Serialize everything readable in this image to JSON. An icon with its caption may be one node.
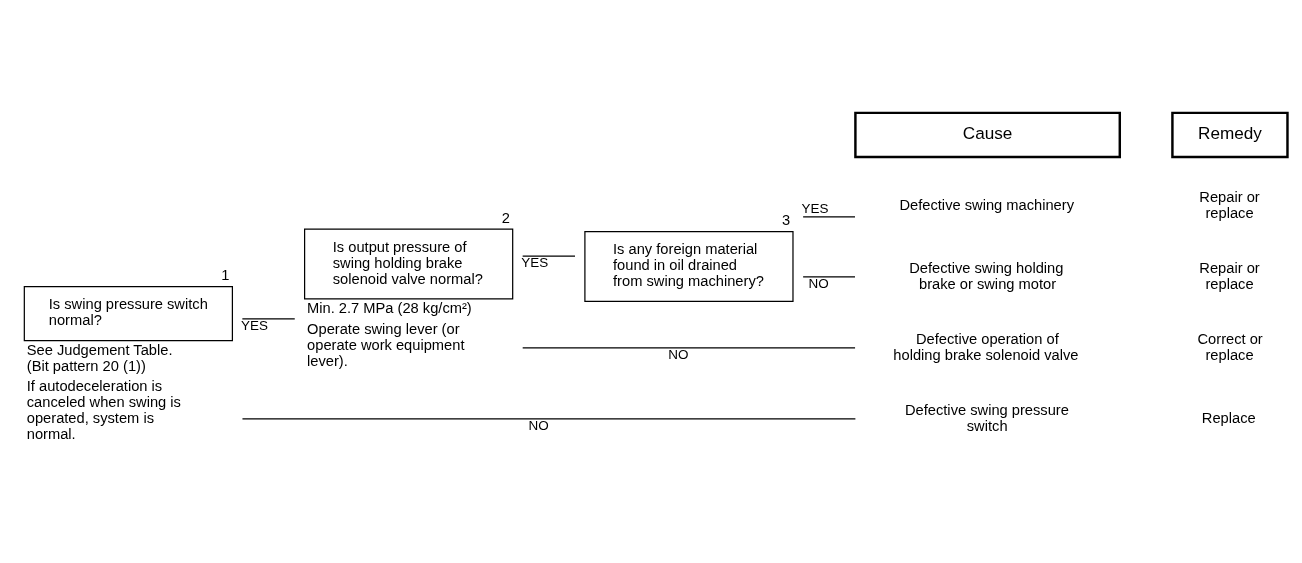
{
  "diagram": {
    "nodes": [
      {
        "text": [
          "Is swing pressure switch normal?"
        ],
        "beside": [
          "1",
          "See Judgement Table. (Bit pattern 20 (1))",
          "If autodeceleration is canceled when swing is operated, system is normal."
        ]
      },
      {
        "text": [
          "Is output pressure of swing holding brake solenoid valve normal?"
        ],
        "beside": [
          "2",
          "Min. 2.7 MPa (28 kg/cm²)",
          "Operate swing lever (or operate work equipment lever)."
        ]
      },
      {
        "text": [
          "Is any foreign material found in oil drained from swing machinery?"
        ],
        "beside": [
          "3"
        ]
      },
      {
        "text": [
          "Defective swing machinery"
        ]
      },
      {
        "text": [
          "Defective swing holding brake or swing motor"
        ]
      },
      {
        "text": [
          "Defective operation of holding brake solenoid valve"
        ]
      },
      {
        "text": [
          "Defective swing pressure switch"
        ]
      }
    ],
    "edges": [
      {
        "from": 0,
        "to": 1,
        "arrow": "none",
        "label": "YES"
      },
      {
        "from": 0,
        "to": 6,
        "arrow": "none",
        "label": "NO"
      },
      {
        "from": 1,
        "to": 2,
        "arrow": "none",
        "label": "YES"
      },
      {
        "from": 1,
        "to": 5,
        "arrow": "none",
        "label": "NO"
      },
      {
        "from": 2,
        "to": 3,
        "arrow": "none",
        "label": "YES"
      },
      {
        "from": 2,
        "to": 4,
        "arrow": "none",
        "label": "NO"
      }
    ],
    "labels": [
      "Cause",
      "Remedy",
      "Repair or replace",
      "Repair or replace",
      "Correct or replace",
      "Replace"
    ]
  }
}
